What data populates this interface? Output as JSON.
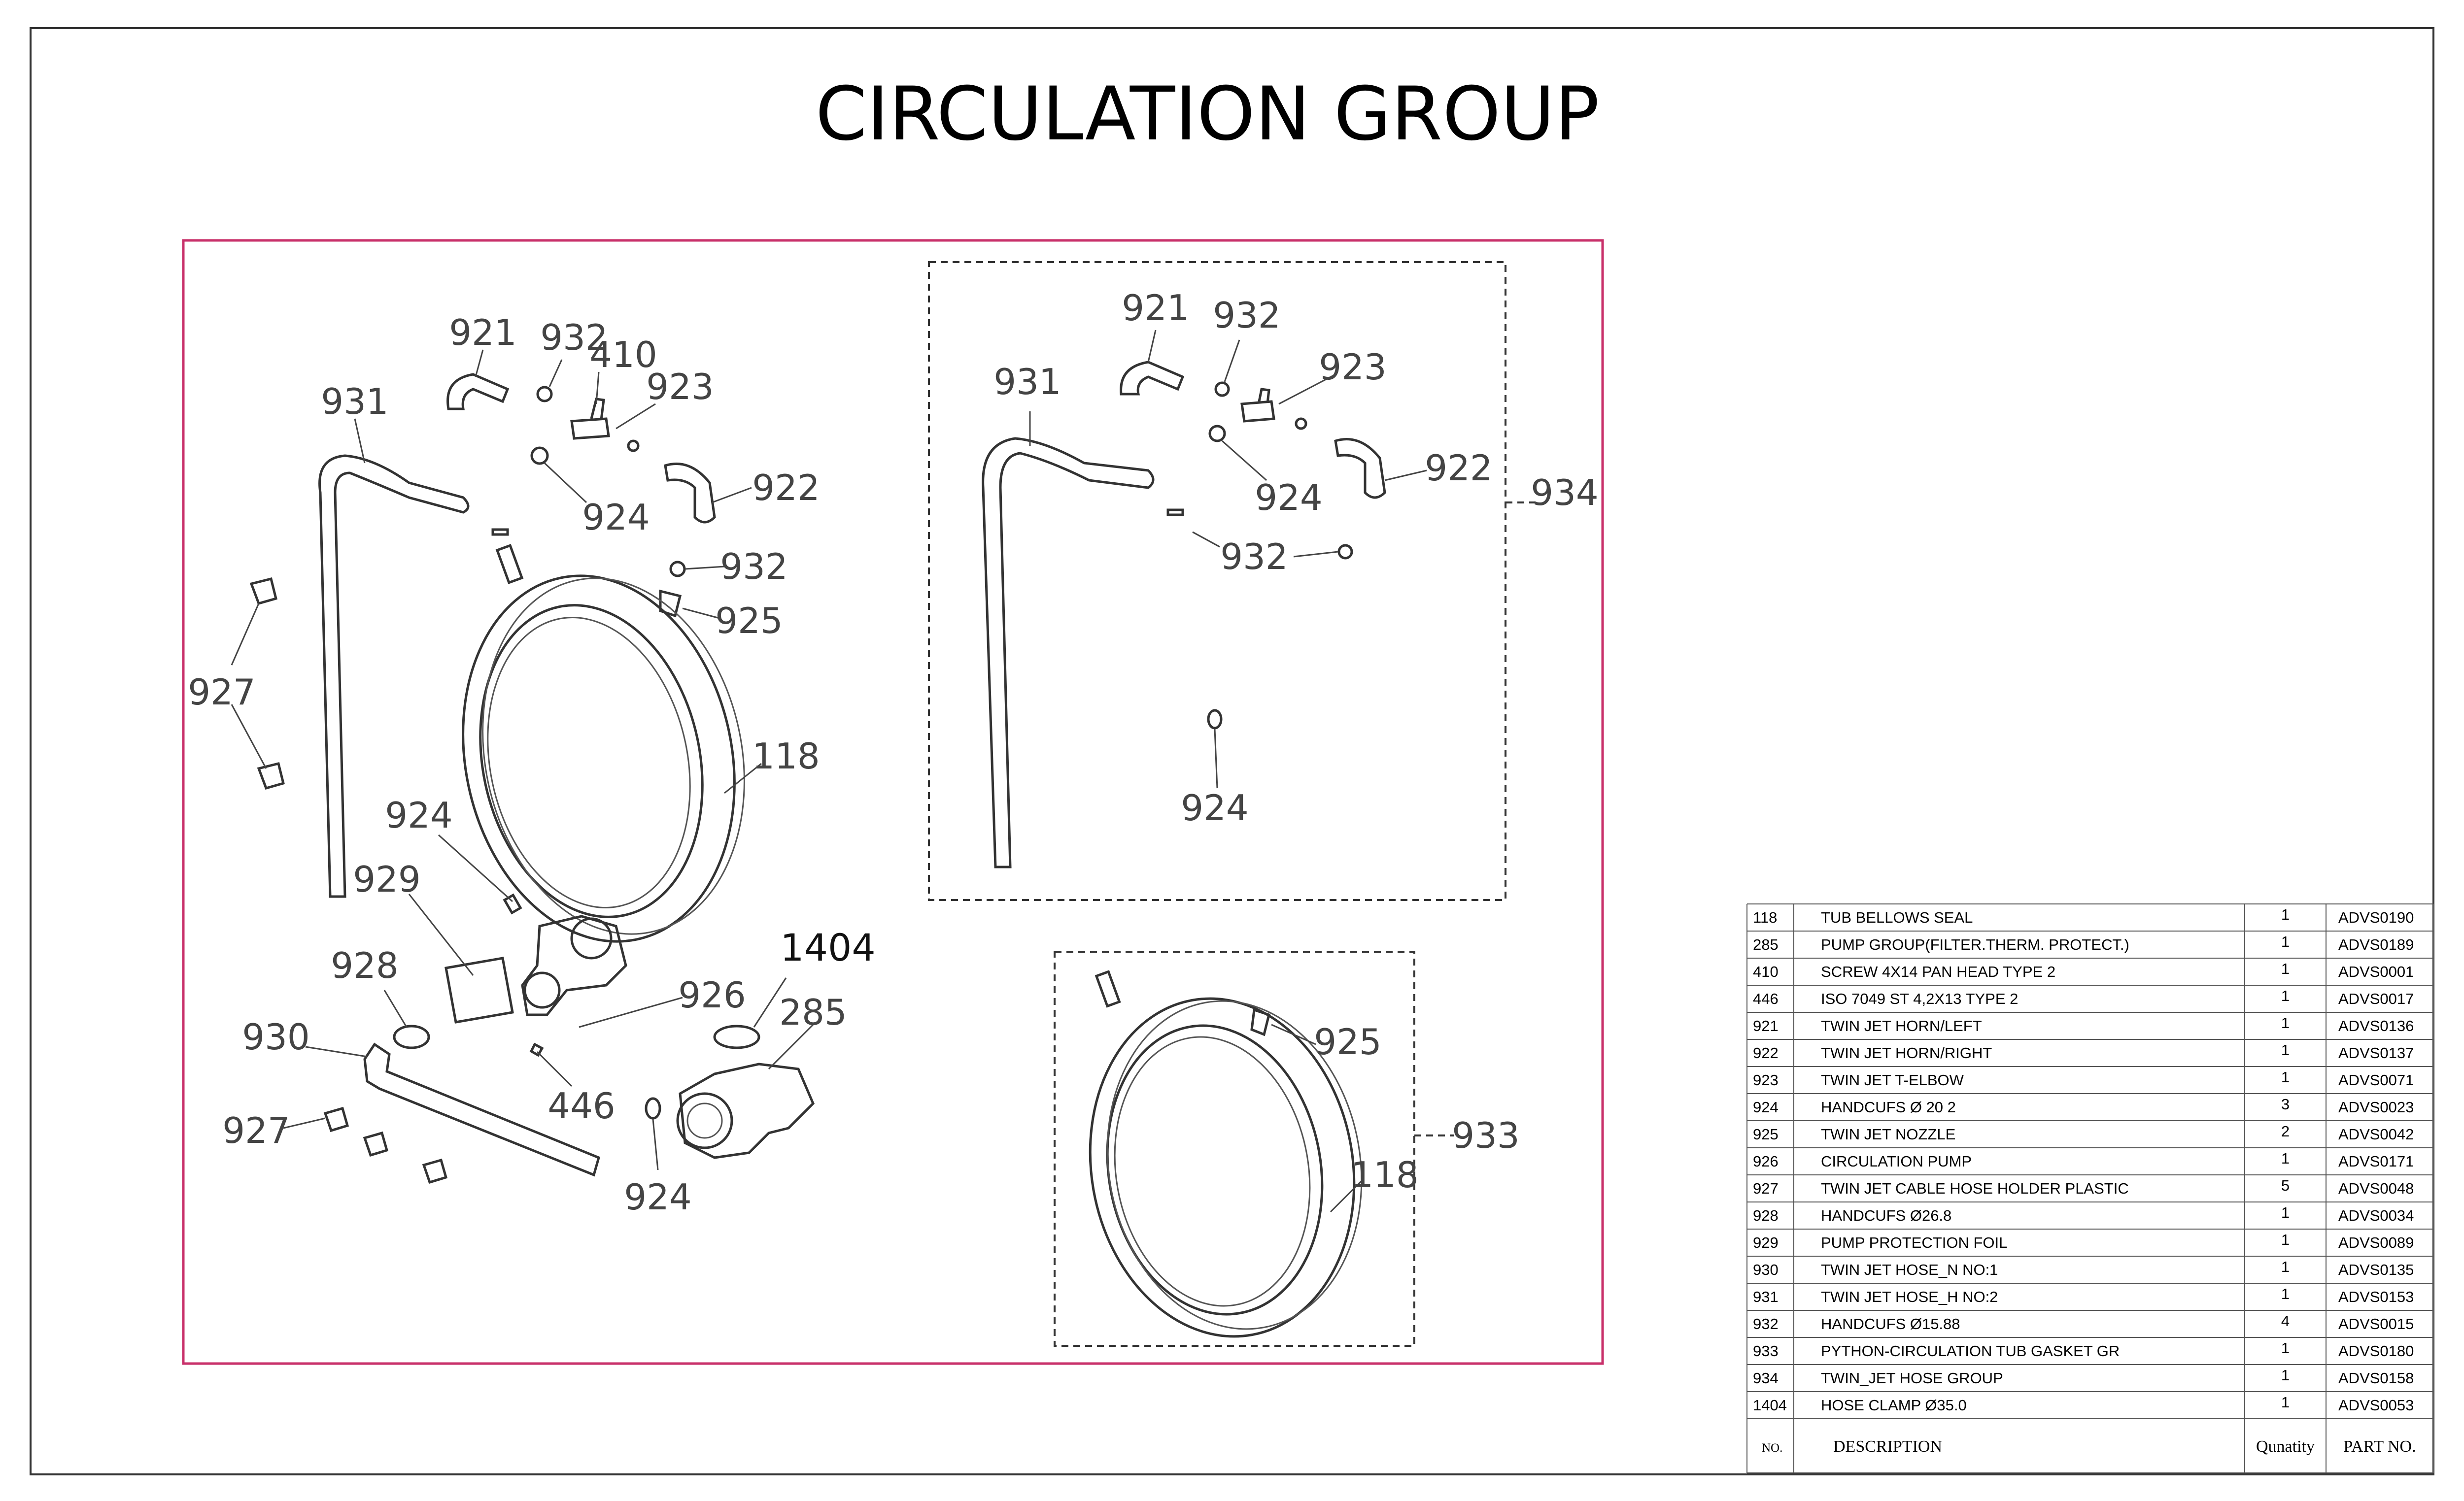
{
  "title": "CIRCULATION GROUP",
  "callouts": {
    "main": {
      "c921": "921",
      "c932a": "932",
      "c410": "410",
      "c923": "923",
      "c931": "931",
      "c924a": "924",
      "c922": "922",
      "c932b": "932",
      "c925": "925",
      "c927a": "927",
      "c118": "118",
      "c924b": "924",
      "c929": "929",
      "c1404": "1404",
      "c928": "928",
      "c926": "926",
      "c285": "285",
      "c930": "930",
      "c446": "446",
      "c927b": "927",
      "c924c": "924"
    },
    "group934": {
      "c921": "921",
      "c932a": "932",
      "c923": "923",
      "c931": "931",
      "c924a": "924",
      "c922": "922",
      "c932b": "932",
      "c924b": "924",
      "c934": "934"
    },
    "group933": {
      "c925": "925",
      "c118": "118",
      "c933": "933"
    }
  },
  "parts_table": {
    "header": {
      "no": "NO.",
      "description": "DESCRIPTION",
      "quantity": "Qunatity",
      "part_no": "PART NO."
    },
    "rows": [
      {
        "no": "118",
        "description": "TUB BELLOWS SEAL",
        "qty": "1",
        "part_no": "ADVS0190"
      },
      {
        "no": "285",
        "description": "PUMP GROUP(FILTER.THERM. PROTECT.)",
        "qty": "1",
        "part_no": "ADVS0189"
      },
      {
        "no": "410",
        "description": "SCREW 4X14 PAN HEAD TYPE 2",
        "qty": "1",
        "part_no": "ADVS0001"
      },
      {
        "no": "446",
        "description": "ISO 7049 ST 4,2X13 TYPE 2",
        "qty": "1",
        "part_no": "ADVS0017"
      },
      {
        "no": "921",
        "description": "TWIN JET HORN/LEFT",
        "qty": "1",
        "part_no": "ADVS0136"
      },
      {
        "no": "922",
        "description": "TWIN JET HORN/RIGHT",
        "qty": "1",
        "part_no": "ADVS0137"
      },
      {
        "no": "923",
        "description": "TWIN JET T-ELBOW",
        "qty": "1",
        "part_no": "ADVS0071"
      },
      {
        "no": "924",
        "description": "HANDCUFS Ø 20 2",
        "qty": "3",
        "part_no": "ADVS0023"
      },
      {
        "no": "925",
        "description": "TWIN JET NOZZLE",
        "qty": "2",
        "part_no": "ADVS0042"
      },
      {
        "no": "926",
        "description": "CIRCULATION PUMP",
        "qty": "1",
        "part_no": "ADVS0171"
      },
      {
        "no": "927",
        "description": "TWIN JET CABLE HOSE HOLDER PLASTIC",
        "qty": "5",
        "part_no": "ADVS0048"
      },
      {
        "no": "928",
        "description": "HANDCUFS Ø26.8",
        "qty": "1",
        "part_no": "ADVS0034"
      },
      {
        "no": "929",
        "description": "PUMP PROTECTION FOIL",
        "qty": "1",
        "part_no": "ADVS0089"
      },
      {
        "no": "930",
        "description": "TWIN JET HOSE_N NO:1",
        "qty": "1",
        "part_no": "ADVS0135"
      },
      {
        "no": "931",
        "description": "TWIN JET HOSE_H NO:2",
        "qty": "1",
        "part_no": "ADVS0153"
      },
      {
        "no": "932",
        "description": "HANDCUFS Ø15.88",
        "qty": "4",
        "part_no": "ADVS0015"
      },
      {
        "no": "933",
        "description": "PYTHON-CIRCULATION TUB GASKET GR",
        "qty": "1",
        "part_no": "ADVS0180"
      },
      {
        "no": "934",
        "description": "TWIN_JET HOSE GROUP",
        "qty": "1",
        "part_no": "ADVS0158"
      },
      {
        "no": "1404",
        "description": "HOSE CLAMP Ø35.0",
        "qty": "1",
        "part_no": "ADVS0053"
      }
    ]
  },
  "colors": {
    "main_frame": "#c8306a",
    "line": "#333333"
  }
}
